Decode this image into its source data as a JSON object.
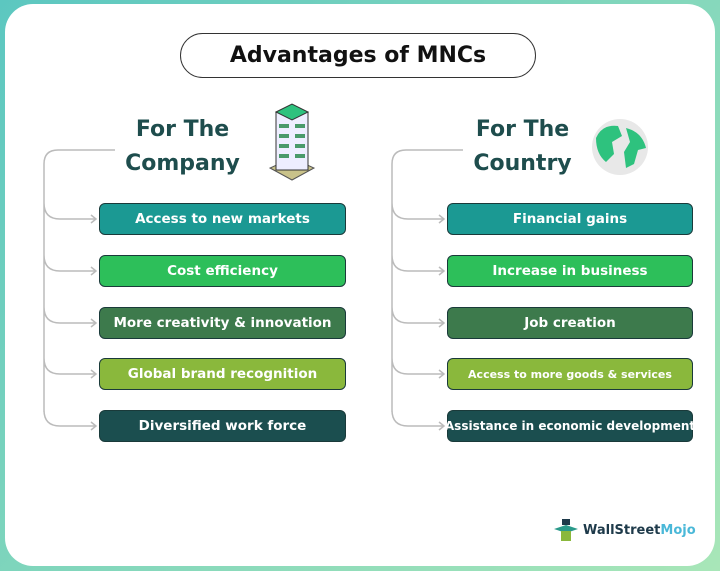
{
  "title": "Advantages of MNCs",
  "company": {
    "heading_line1": "For The",
    "heading_line2": "Company",
    "items": [
      {
        "label": "Access to new markets",
        "color": "#1b9993"
      },
      {
        "label": "Cost efficiency",
        "color": "#2dbf5a"
      },
      {
        "label": "More creativity & innovation",
        "color": "#3d7a4c"
      },
      {
        "label": "Global brand recognition",
        "color": "#8ab83c"
      },
      {
        "label": "Diversified work force",
        "color": "#1b4e4f"
      }
    ]
  },
  "country": {
    "heading_line1": "For The",
    "heading_line2": "Country",
    "items": [
      {
        "label": "Financial gains",
        "color": "#1b9993"
      },
      {
        "label": "Increase in business",
        "color": "#2dbf5a"
      },
      {
        "label": "Job creation",
        "color": "#3d7a4c"
      },
      {
        "label": "Access to more goods & services",
        "color": "#8ab83c"
      },
      {
        "label": "Assistance in economic development",
        "color": "#1b4e4f"
      }
    ]
  },
  "logo": {
    "part1": "WallStreet",
    "part2": "Mojo"
  }
}
